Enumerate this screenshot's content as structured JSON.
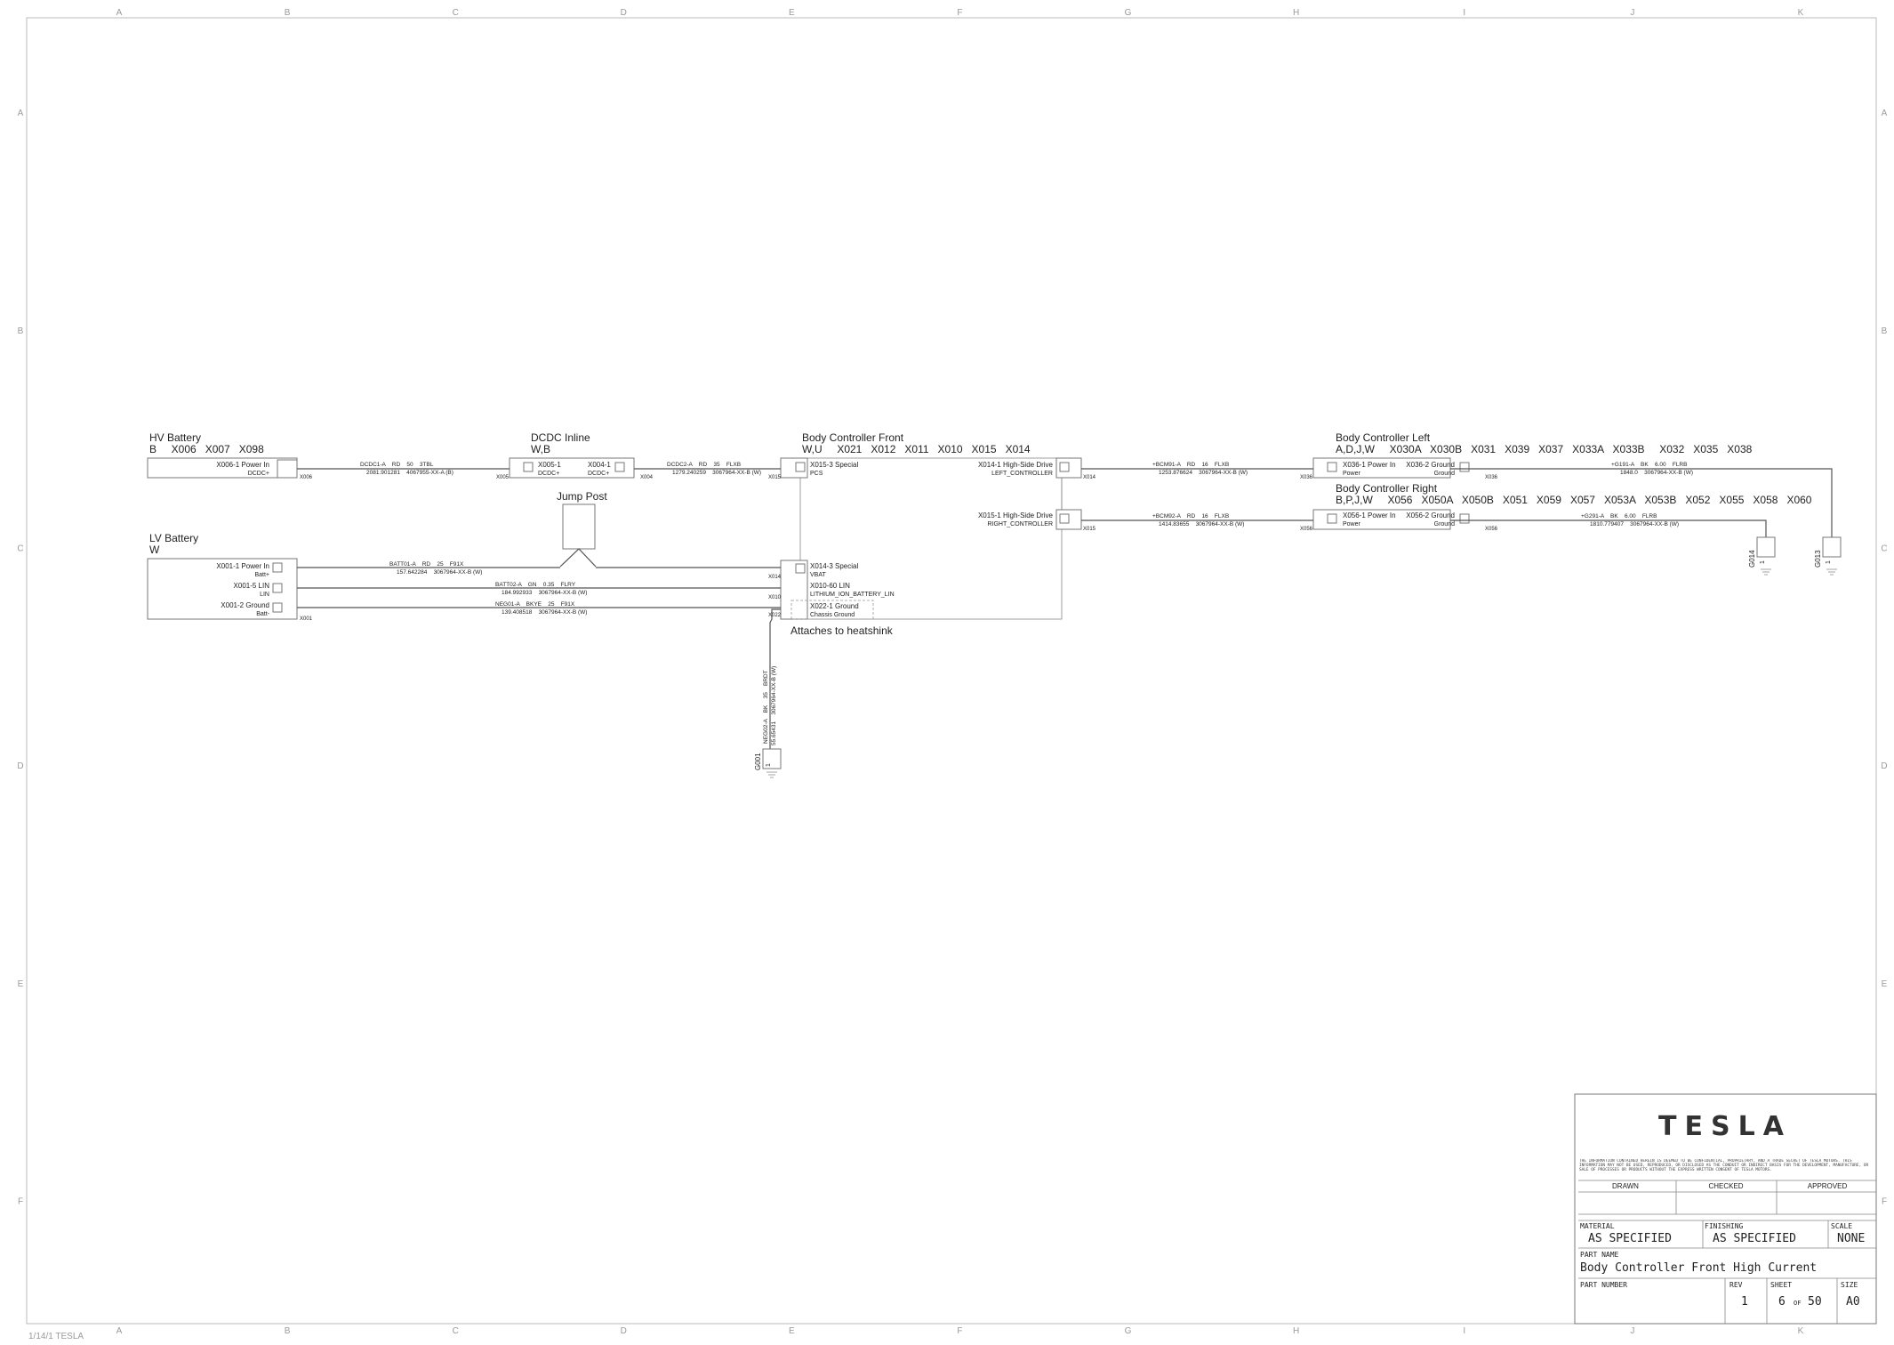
{
  "grid": {
    "columns": [
      "A",
      "B",
      "C",
      "D",
      "E",
      "F",
      "G",
      "H",
      "I",
      "J",
      "K"
    ],
    "rows": [
      "A",
      "B",
      "C",
      "D",
      "E",
      "F"
    ]
  },
  "components": {
    "hv_battery": {
      "title": "HV Battery",
      "codes": "B     X006   X007   X098",
      "pin_label": "X006-1 Power In",
      "pin_sub": "DCDC+",
      "conn": "X006"
    },
    "dcdc_inline": {
      "title": "DCDC Inline",
      "codes": "W,B",
      "pin1_label": "X005-1",
      "pin1_sub": "DCDC+",
      "pin2_label": "X004-1",
      "pin2_sub": "DCDC+",
      "conn_left": "X005",
      "conn_right": "X004"
    },
    "jump_post": {
      "title": "Jump Post"
    },
    "lv_battery": {
      "title": "LV Battery",
      "codes": "W",
      "pins": [
        {
          "label": "X001-1 Power In",
          "sub": "Batt+"
        },
        {
          "label": "X001-5 LIN",
          "sub": "LIN"
        },
        {
          "label": "X001-2 Ground",
          "sub": "Batt-"
        }
      ],
      "conn": "X001"
    },
    "body_front": {
      "title": "Body Controller Front",
      "codes": "W,U     X021   X012   X011   X010   X015   X014",
      "pins": [
        {
          "label": "X015-3 Special",
          "sub": "PCS",
          "conn": "X015"
        },
        {
          "label": "X014-3 Special",
          "sub": "VBAT",
          "conn": "X014"
        },
        {
          "label": "X010-60 LIN",
          "sub": "LITHIUM_ION_BATTERY_LIN",
          "conn": "X010"
        },
        {
          "label": "X022-1 Ground",
          "sub": "Chassis Ground",
          "conn": "X022"
        }
      ],
      "drives": [
        {
          "label": "X014-1 High-Side Drive",
          "sub": "LEFT_CONTROLLER",
          "conn": "X014"
        },
        {
          "label": "X015-1 High-Side Drive",
          "sub": "RIGHT_CONTROLLER",
          "conn": "X015"
        }
      ],
      "note": "Attaches to heatshink"
    },
    "body_left": {
      "title": "Body Controller Left",
      "codes": "A,D,J,W     X030A   X030B   X031   X039   X037   X033A   X033B     X032   X035   X038",
      "pin1_label": "X036-1 Power In",
      "pin1_sub": "Power",
      "pin2_label": "X036-2 Ground",
      "pin2_sub": "Ground",
      "conn_left": "X036",
      "conn_right": "X036"
    },
    "body_right": {
      "title": "Body Controller Right",
      "codes": "B,P,J,W     X056   X050A   X050B   X051   X059   X057   X053A   X053B   X052   X055   X058   X060",
      "pin1_label": "X056-1 Power In",
      "pin1_sub": "Power",
      "pin2_label": "X056-2 Ground",
      "pin2_sub": "Ground",
      "conn_left": "X056",
      "conn_right": "X056"
    }
  },
  "wires": [
    {
      "id": "DCDC1-A",
      "spec": "DCDC1-A    RD    50    3TBL",
      "ref": "2081.901281    4067955-XX-A (B)"
    },
    {
      "id": "DCDC2-A",
      "spec": "DCDC2-A    RD    35    FLXB",
      "ref": "1279.240259    3067964-XX-B (W)"
    },
    {
      "id": "BATT01-A",
      "spec": "BATT01-A    RD    25    F91X",
      "ref": "157.642284    3067964-XX-B (W)"
    },
    {
      "id": "BATT02-A",
      "spec": "BATT02-A    GN    0.35    FLRY",
      "ref": "184.992933    3067964-XX-B (W)"
    },
    {
      "id": "NEG01-A",
      "spec": "NEG01-A    BKYE    25    F91X",
      "ref": "139.408518    3067964-XX-B (W)"
    },
    {
      "id": "BCM91-A",
      "spec": "+BCM91-A    RD    16    FLXB",
      "ref": "1253.876624    3067964-XX-B (W)"
    },
    {
      "id": "BCM92-A",
      "spec": "+BCM92-A    RD    16    FLXB",
      "ref": "1414.83655    3067964-XX-B (W)"
    },
    {
      "id": "G191-A",
      "spec": "+G191-A    BK    6.00    FLRB",
      "ref": "1848.0    3067964-XX-B (W)"
    },
    {
      "id": "G291-A",
      "spec": "+G291-A    BK    6.00    FLRB",
      "ref": "1810.779407    3067964-XX-B (W)"
    },
    {
      "id": "NEG02-A",
      "spec": "NEG02-A    BK    35    BRDT",
      "ref": "55.65431    3067964-XX-B (W)"
    }
  ],
  "grounds": [
    {
      "label": "G001",
      "pin": "1"
    },
    {
      "label": "G014",
      "pin": "1"
    },
    {
      "label": "G013",
      "pin": "1"
    }
  ],
  "title_block": {
    "logo": "TESLA",
    "disclaimer": "THE INFORMATION CONTAINED HEREIN IS DEEMED TO BE CONFIDENTIAL, PROPRIETARY, AND A TRADE SECRET OF TESLA MOTORS. THIS INFORMATION MAY NOT BE USED, REPRODUCED, OR DISCLOSED AS THE CONDUIT OR INDIRECT BASIS FOR THE DEVELOPMENT, MANUFACTURE, OR SALE OF PROCESSES OR PRODUCTS WITHOUT THE EXPRESS WRITTEN CONSENT OF TESLA MOTORS.",
    "drawn": "DRAWN",
    "checked": "CHECKED",
    "approved": "APPROVED",
    "material_label": "MATERIAL",
    "material": "AS SPECIFIED",
    "finishing_label": "FINISHING",
    "finishing": "AS SPECIFIED",
    "scale_label": "SCALE",
    "scale": "NONE",
    "part_name_label": "PART NAME",
    "part_name": "Body Controller Front High Current",
    "part_number_label": "PART NUMBER",
    "rev_label": "REV",
    "rev": "1",
    "sheet_label": "SHEET",
    "sheet": "6",
    "of": "OF",
    "total": "50",
    "size_label": "SIZE",
    "size": "A0"
  },
  "footer": "1/14/1 TESLA"
}
